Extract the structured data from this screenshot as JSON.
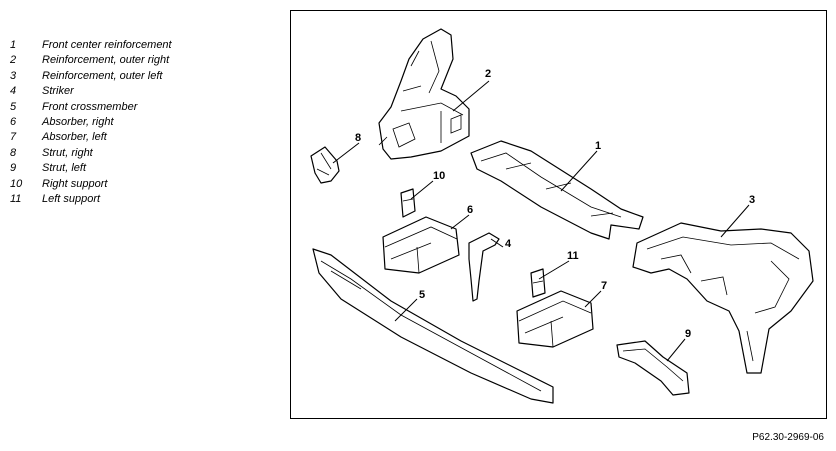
{
  "legend": [
    {
      "num": "1",
      "label": "Front center reinforcement"
    },
    {
      "num": "2",
      "label": "Reinforcement, outer right"
    },
    {
      "num": "3",
      "label": "Reinforcement, outer left"
    },
    {
      "num": "4",
      "label": "Striker"
    },
    {
      "num": "5",
      "label": "Front crossmember"
    },
    {
      "num": "6",
      "label": "Absorber, right"
    },
    {
      "num": "7",
      "label": "Absorber, left"
    },
    {
      "num": "8",
      "label": "Strut, right"
    },
    {
      "num": "9",
      "label": "Strut, left"
    },
    {
      "num": "10",
      "label": "Right support"
    },
    {
      "num": "11",
      "label": "Left support"
    }
  ],
  "callouts": [
    "1",
    "2",
    "3",
    "4",
    "5",
    "6",
    "7",
    "8",
    "9",
    "10",
    "11"
  ],
  "reference": "P62.30-2969-06"
}
